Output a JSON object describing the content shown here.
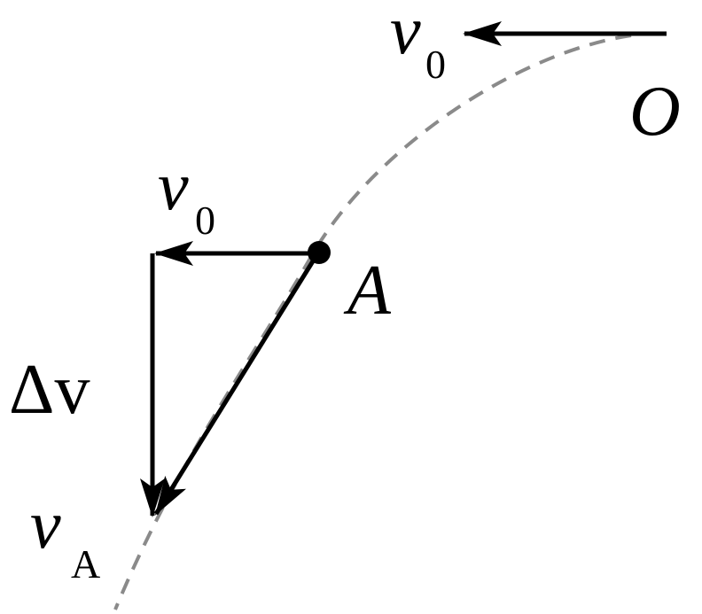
{
  "labels": {
    "origin": "O",
    "point": "A",
    "v0_top_symbol": "v",
    "v0_top_subscript": "0",
    "v0_mid_symbol": "v",
    "v0_mid_subscript": "0",
    "delta_v": "Δv",
    "vA_symbol": "v",
    "vA_subscript": "A"
  },
  "colors": {
    "ink": "#000000",
    "trajectory": "#8a8a8a",
    "background": "#ffffff"
  }
}
